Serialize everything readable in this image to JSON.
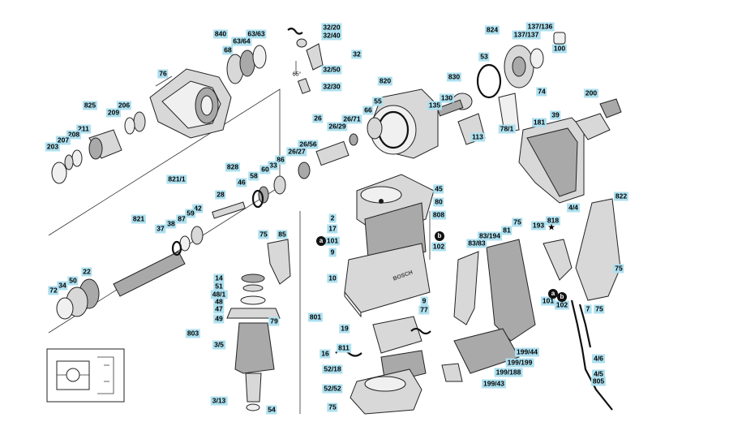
{
  "labels": [
    {
      "id": "840",
      "text": "840"
    },
    {
      "id": "63_64",
      "text": "63/64"
    },
    {
      "id": "63_63",
      "text": "63/63"
    },
    {
      "id": "68",
      "text": "68"
    },
    {
      "id": "32_20",
      "text": "32/20"
    },
    {
      "id": "32_40",
      "text": "32/40"
    },
    {
      "id": "32",
      "text": "32"
    },
    {
      "id": "32_50",
      "text": "32/50"
    },
    {
      "id": "32_30",
      "text": "32/30"
    },
    {
      "id": "76",
      "text": "76"
    },
    {
      "id": "825",
      "text": "825"
    },
    {
      "id": "206",
      "text": "206"
    },
    {
      "id": "209",
      "text": "209"
    },
    {
      "id": "211",
      "text": "211"
    },
    {
      "id": "208",
      "text": "208"
    },
    {
      "id": "207",
      "text": "207"
    },
    {
      "id": "203",
      "text": "203"
    },
    {
      "id": "820",
      "text": "820"
    },
    {
      "id": "55",
      "text": "55"
    },
    {
      "id": "66",
      "text": "66"
    },
    {
      "id": "26",
      "text": "26"
    },
    {
      "id": "26_71",
      "text": "26/71"
    },
    {
      "id": "26_29",
      "text": "26/29"
    },
    {
      "id": "26_56",
      "text": "26/56"
    },
    {
      "id": "26_27",
      "text": "26/27"
    },
    {
      "id": "86",
      "text": "86"
    },
    {
      "id": "33",
      "text": "33"
    },
    {
      "id": "828",
      "text": "828"
    },
    {
      "id": "60",
      "text": "60"
    },
    {
      "id": "58",
      "text": "58"
    },
    {
      "id": "46",
      "text": "46"
    },
    {
      "id": "821_1",
      "text": "821/1"
    },
    {
      "id": "28",
      "text": "28"
    },
    {
      "id": "42",
      "text": "42"
    },
    {
      "id": "59",
      "text": "59"
    },
    {
      "id": "87",
      "text": "87"
    },
    {
      "id": "821",
      "text": "821"
    },
    {
      "id": "38",
      "text": "38"
    },
    {
      "id": "37",
      "text": "37"
    },
    {
      "id": "22",
      "text": "22"
    },
    {
      "id": "50",
      "text": "50"
    },
    {
      "id": "34",
      "text": "34"
    },
    {
      "id": "72",
      "text": "72"
    },
    {
      "id": "824",
      "text": "824"
    },
    {
      "id": "137_136",
      "text": "137/136"
    },
    {
      "id": "137_137",
      "text": "137/137"
    },
    {
      "id": "53",
      "text": "53"
    },
    {
      "id": "100",
      "text": "100"
    },
    {
      "id": "830",
      "text": "830"
    },
    {
      "id": "74",
      "text": "74"
    },
    {
      "id": "130",
      "text": "130"
    },
    {
      "id": "135",
      "text": "135"
    },
    {
      "id": "200",
      "text": "200"
    },
    {
      "id": "78_1",
      "text": "78/1"
    },
    {
      "id": "113",
      "text": "113"
    },
    {
      "id": "39",
      "text": "39"
    },
    {
      "id": "181",
      "text": "181"
    },
    {
      "id": "45",
      "text": "45"
    },
    {
      "id": "80",
      "text": "80"
    },
    {
      "id": "808",
      "text": "808"
    },
    {
      "id": "2",
      "text": "2"
    },
    {
      "id": "17",
      "text": "17"
    },
    {
      "id": "101a",
      "text": "101"
    },
    {
      "id": "102a",
      "text": "102"
    },
    {
      "id": "9a",
      "text": "9"
    },
    {
      "id": "10",
      "text": "10"
    },
    {
      "id": "9b",
      "text": "9"
    },
    {
      "id": "77",
      "text": "77"
    },
    {
      "id": "801",
      "text": "801"
    },
    {
      "id": "19",
      "text": "19"
    },
    {
      "id": "811",
      "text": "811"
    },
    {
      "id": "16",
      "text": "16"
    },
    {
      "id": "52_18",
      "text": "52/18"
    },
    {
      "id": "52_52",
      "text": "52/52"
    },
    {
      "id": "75a",
      "text": "75"
    },
    {
      "id": "75b",
      "text": "75"
    },
    {
      "id": "85",
      "text": "85"
    },
    {
      "id": "14",
      "text": "14"
    },
    {
      "id": "51",
      "text": "51"
    },
    {
      "id": "48_1",
      "text": "48/1"
    },
    {
      "id": "48",
      "text": "48"
    },
    {
      "id": "47",
      "text": "47"
    },
    {
      "id": "49",
      "text": "49"
    },
    {
      "id": "79",
      "text": "79"
    },
    {
      "id": "803",
      "text": "803"
    },
    {
      "id": "3_5",
      "text": "3/5"
    },
    {
      "id": "3_13",
      "text": "3/13"
    },
    {
      "id": "54",
      "text": "54"
    },
    {
      "id": "822",
      "text": "822"
    },
    {
      "id": "4_4",
      "text": "4/4"
    },
    {
      "id": "818",
      "text": "818"
    },
    {
      "id": "193",
      "text": "193"
    },
    {
      "id": "75c",
      "text": "75"
    },
    {
      "id": "81",
      "text": "81"
    },
    {
      "id": "83_194",
      "text": "83/194"
    },
    {
      "id": "83_83",
      "text": "83/83"
    },
    {
      "id": "75d",
      "text": "75"
    },
    {
      "id": "101b",
      "text": "101"
    },
    {
      "id": "102b",
      "text": "102"
    },
    {
      "id": "7",
      "text": "7"
    },
    {
      "id": "75e",
      "text": "75"
    },
    {
      "id": "199_44",
      "text": "199/44"
    },
    {
      "id": "199_199",
      "text": "199/199"
    },
    {
      "id": "199_188",
      "text": "199/188"
    },
    {
      "id": "199_43",
      "text": "199/43"
    },
    {
      "id": "4_6",
      "text": "4/6"
    },
    {
      "id": "4_5",
      "text": "4/5"
    },
    {
      "id": "805",
      "text": "805"
    }
  ],
  "markers": [
    {
      "id": "a1",
      "text": "a"
    },
    {
      "id": "b1",
      "text": "b"
    },
    {
      "id": "a2",
      "text": "a"
    },
    {
      "id": "b2",
      "text": "b"
    }
  ],
  "annotations": {
    "angle": "65°",
    "star": "★",
    "brand": "BOSCH"
  },
  "colors": {
    "label_bg": "#aee0ef",
    "part": "#d8d8d8",
    "part_dark": "#a9a9a9",
    "line": "#222222"
  }
}
